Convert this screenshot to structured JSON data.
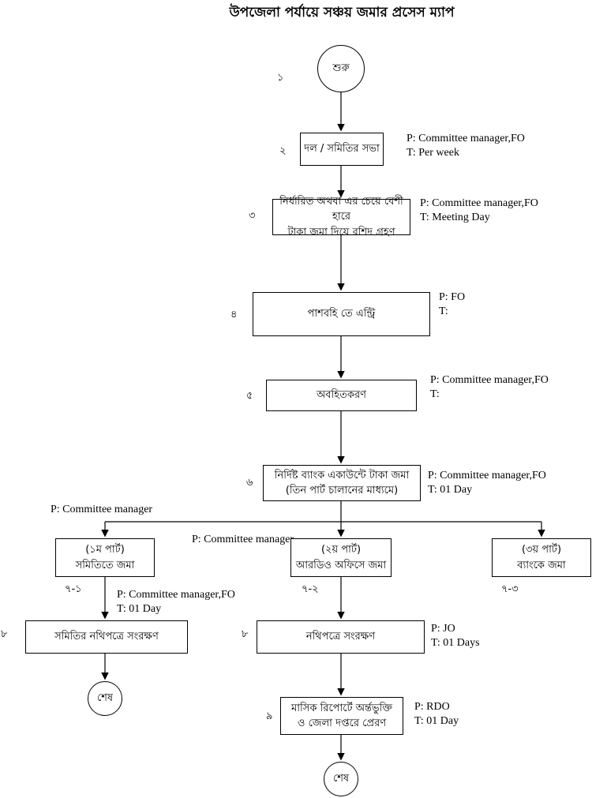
{
  "title": "উপজেলা পর্যায়ে সঞ্চয় জমার প্রসেস ম্যাপ",
  "colors": {
    "line": "#000000",
    "background": "#ffffff",
    "text": "#000000"
  },
  "nodes": {
    "start": {
      "number": "১",
      "label": "শুরু"
    },
    "meeting": {
      "number": "২",
      "label": "দল / সমিতির সভা",
      "p": "P:  Committee manager,FO",
      "t": "T:  Per week"
    },
    "deposit_receipt": {
      "number": "৩",
      "label": "নির্ধারিত অথবা এর চেয়ে বেশী হারে\nটাকা জমা দিয়ে রশিদ গ্রহণ",
      "p": "P:  Committee manager,FO",
      "t": "T:  Meeting Day"
    },
    "passbook_entry": {
      "number": "৪",
      "label": "পাশবহি তে এন্ট্রি",
      "p": "P:  FO",
      "t": "T:"
    },
    "notification": {
      "number": "৫",
      "label": "অবহিতকরণ",
      "p": "P:  Committee manager,FO",
      "t": "T:"
    },
    "bank_deposit": {
      "number": "৬",
      "label": "নির্দিষ্ট ব্যাংক একাউন্টে টাকা জমা\n(তিন পার্ট চালানের মাধ্যমে)",
      "p": "P:  Committee manager,FO",
      "t": "T:  01 Day"
    },
    "part1": {
      "number": "৭-১",
      "label": "(১ম পার্ট)\nসমিতিতে জমা"
    },
    "part2": {
      "number": "৭-২",
      "label": "(২য় পার্ট)\nআরডিও অফিসে জমা"
    },
    "part3": {
      "number": "৭-৩",
      "label": "(৩য় পার্ট)\nব্যাংকে জমা"
    },
    "society_records": {
      "number": "৮",
      "label": "সমিতির নথিপত্রে সংরক্ষণ",
      "p": "P:  Committee manager,FO",
      "t": "T:  01 Day"
    },
    "office_records": {
      "number": "৮",
      "label": "নথিপত্রে সংরক্ষণ",
      "p": "P:  JO",
      "t": "T:  01 Days"
    },
    "monthly_report": {
      "number": "৯",
      "label": "মাসিক রিপোর্টে অর্ন্তভুক্তি\nও জেলা দপ্তরে প্রেরণ",
      "p": "P:  RDO",
      "t": "T:  01 Day"
    },
    "end_left": {
      "label": "শেষ"
    },
    "end_center": {
      "label": "শেষ"
    }
  },
  "branch_annotations": {
    "left": "P:  Committee manager",
    "center": "P:  Committee manager"
  }
}
